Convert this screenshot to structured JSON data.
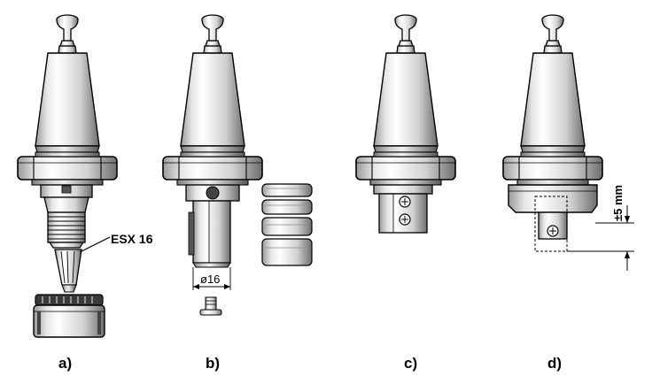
{
  "figure": {
    "panels": [
      {
        "label": "a)",
        "callout": "ESX 16"
      },
      {
        "label": "b)",
        "dimension": "ø16"
      },
      {
        "label": "c)"
      },
      {
        "label": "d)",
        "dimension": "±5 mm"
      }
    ]
  }
}
